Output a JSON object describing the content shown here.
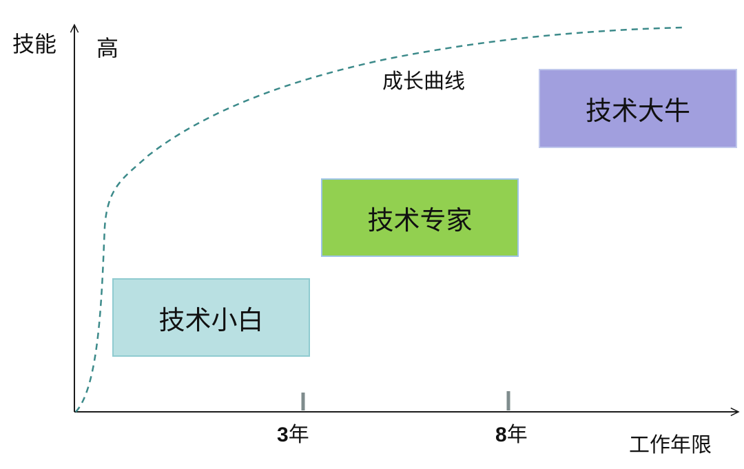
{
  "y_axis": {
    "title": "技能",
    "high_label": "高"
  },
  "x_axis": {
    "title": "工作年限",
    "ticks": [
      {
        "value": "3",
        "unit": "年"
      },
      {
        "value": "8",
        "unit": "年"
      }
    ]
  },
  "curve": {
    "label": "成长曲线",
    "color": "#3c8a8a"
  },
  "stages": [
    {
      "label": "技术小白",
      "fill": "#b9e0e2",
      "border": "#8fcbd0"
    },
    {
      "label": "技术专家",
      "fill": "#92d050",
      "border": "#9dc3e6"
    },
    {
      "label": "技术大牛",
      "fill": "#a19fde",
      "border": "#c0c8ec"
    }
  ],
  "colors": {
    "axis": "#1a1a1a",
    "tick_mark": "#7f8c8d"
  }
}
